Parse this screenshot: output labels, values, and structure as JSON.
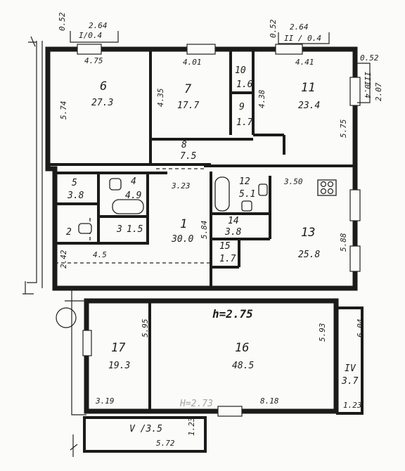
{
  "rooms": [
    {
      "id": "r6",
      "number": "6",
      "area": "27.3"
    },
    {
      "id": "r7",
      "number": "7",
      "area": "17.7"
    },
    {
      "id": "r10",
      "number": "10",
      "area": "1.6"
    },
    {
      "id": "r9",
      "number": "9",
      "area": "1.7"
    },
    {
      "id": "r11",
      "number": "11",
      "area": "23.4"
    },
    {
      "id": "r8",
      "number": "8",
      "area": "7.5"
    },
    {
      "id": "r5",
      "number": "5",
      "area": "3.8"
    },
    {
      "id": "r4",
      "number": "4",
      "area": "4.9"
    },
    {
      "id": "r2",
      "number": "2",
      "area": ""
    },
    {
      "id": "r3",
      "number": "3",
      "area": "1.5"
    },
    {
      "id": "r1",
      "number": "1",
      "area": "30.0"
    },
    {
      "id": "r12",
      "number": "12",
      "area": "5.1"
    },
    {
      "id": "r14",
      "number": "14",
      "area": "3.8"
    },
    {
      "id": "r15",
      "number": "15",
      "area": "1.7"
    },
    {
      "id": "r13",
      "number": "13",
      "area": "25.8"
    },
    {
      "id": "r17",
      "number": "17",
      "area": "19.3"
    },
    {
      "id": "r16",
      "number": "16",
      "area": "48.5"
    }
  ],
  "balconies": [
    {
      "id": "bI",
      "label": "I/0.4"
    },
    {
      "id": "bII",
      "label": "II / 0.4"
    },
    {
      "id": "bIII",
      "number": "III",
      "area": "0.4"
    },
    {
      "id": "bIV",
      "number": "IV",
      "area": "3.7"
    },
    {
      "id": "bV",
      "label": "V /3.5"
    }
  ],
  "dimensions": {
    "d_264_left": "2.64",
    "d_264_right": "2.64",
    "d_052_left": "0.52",
    "d_052_mid": "0.52",
    "d_052_right": "0.52",
    "d_475": "4.75",
    "d_401": "4.01",
    "d_441": "4.41",
    "d_574": "5.74",
    "d_435": "4.35",
    "d_438": "4.38",
    "d_575": "5.75",
    "d_207": "2.07",
    "d_323": "3.23",
    "d_350": "3.50",
    "d_584": "5.84",
    "d_588": "5.88",
    "d_45": "4.5",
    "d_242": "2.42",
    "d_595": "5.95",
    "d_593": "5.93",
    "d_604": "6.04",
    "d_319": "3.19",
    "d_818": "8.18",
    "d_123_right": "1.23",
    "d_123_bottom": "1.23",
    "d_572": "5.72"
  },
  "notes": {
    "ceiling_height": "h=2.75",
    "faint_height": "H=2.73"
  }
}
